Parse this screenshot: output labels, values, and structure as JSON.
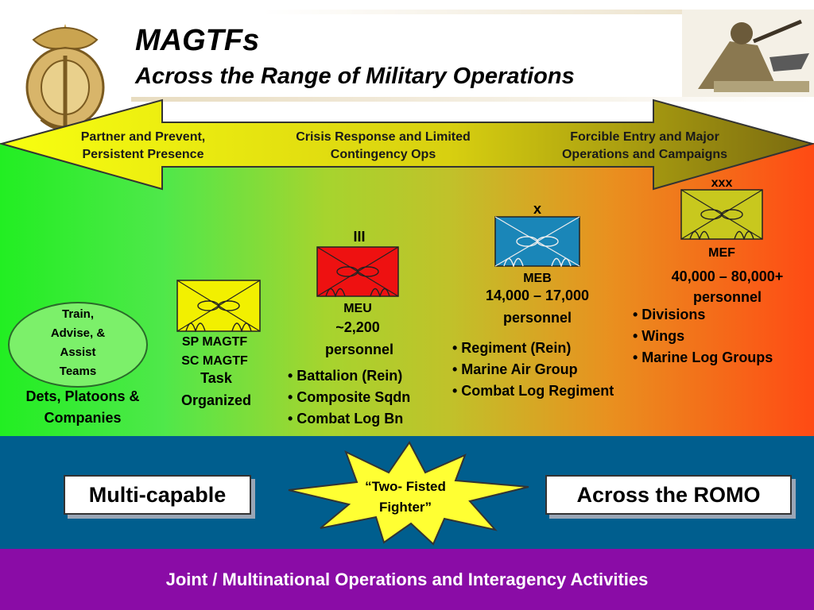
{
  "header": {
    "title": "MAGTFs",
    "subtitle": "Across the Range of Military Operations"
  },
  "range_arrow": {
    "left_label": "Partner and Prevent,\nPersistent Presence",
    "center_label": "Crisis Response and Limited\nContingency Ops",
    "right_label": "Forcible Entry and Major\nOperations and Campaigns"
  },
  "units": {
    "teams": {
      "oval_label": "Train,\nAdvise, &\nAssist\nTeams",
      "caption": "Dets, Platoons &\nCompanies"
    },
    "sp_magtf": {
      "name1": "SP MAGTF",
      "name2": "SC MAGTF",
      "caption": "Task\nOrganized",
      "color": "#f2f000"
    },
    "meu": {
      "echelon": "III",
      "name": "MEU",
      "size": "~2,200",
      "personnel": "personnel",
      "color": "#ee1111",
      "bullets": [
        "• Battalion (Rein)",
        "• Composite Sqdn",
        "• Combat Log Bn"
      ]
    },
    "meb": {
      "echelon": "x",
      "name": "MEB",
      "size": "14,000 – 17,000",
      "personnel": "personnel",
      "color": "#1a86b8",
      "bullets": [
        "• Regiment (Rein)",
        "• Marine Air Group",
        "• Combat Log Regiment"
      ]
    },
    "mef": {
      "echelon": "xxx",
      "name": "MEF",
      "size": "40,000 – 80,000+",
      "personnel": "personnel",
      "color": "#c8c81e",
      "bullets": [
        "• Divisions",
        "• Wings",
        "• Marine Log Groups"
      ]
    }
  },
  "blue_band": {
    "left_box": "Multi-capable",
    "starburst": "“Two- Fisted\nFighter”",
    "right_box": "Across the ROMO"
  },
  "footer": {
    "text": "Joint / Multinational Operations and Interagency Activities"
  },
  "colors": {
    "green": "#22ee22",
    "red_orange": "#ff4a14",
    "blue_band": "#005e8e",
    "purple_band": "#8a0ca6",
    "starburst": "#ffff33"
  }
}
